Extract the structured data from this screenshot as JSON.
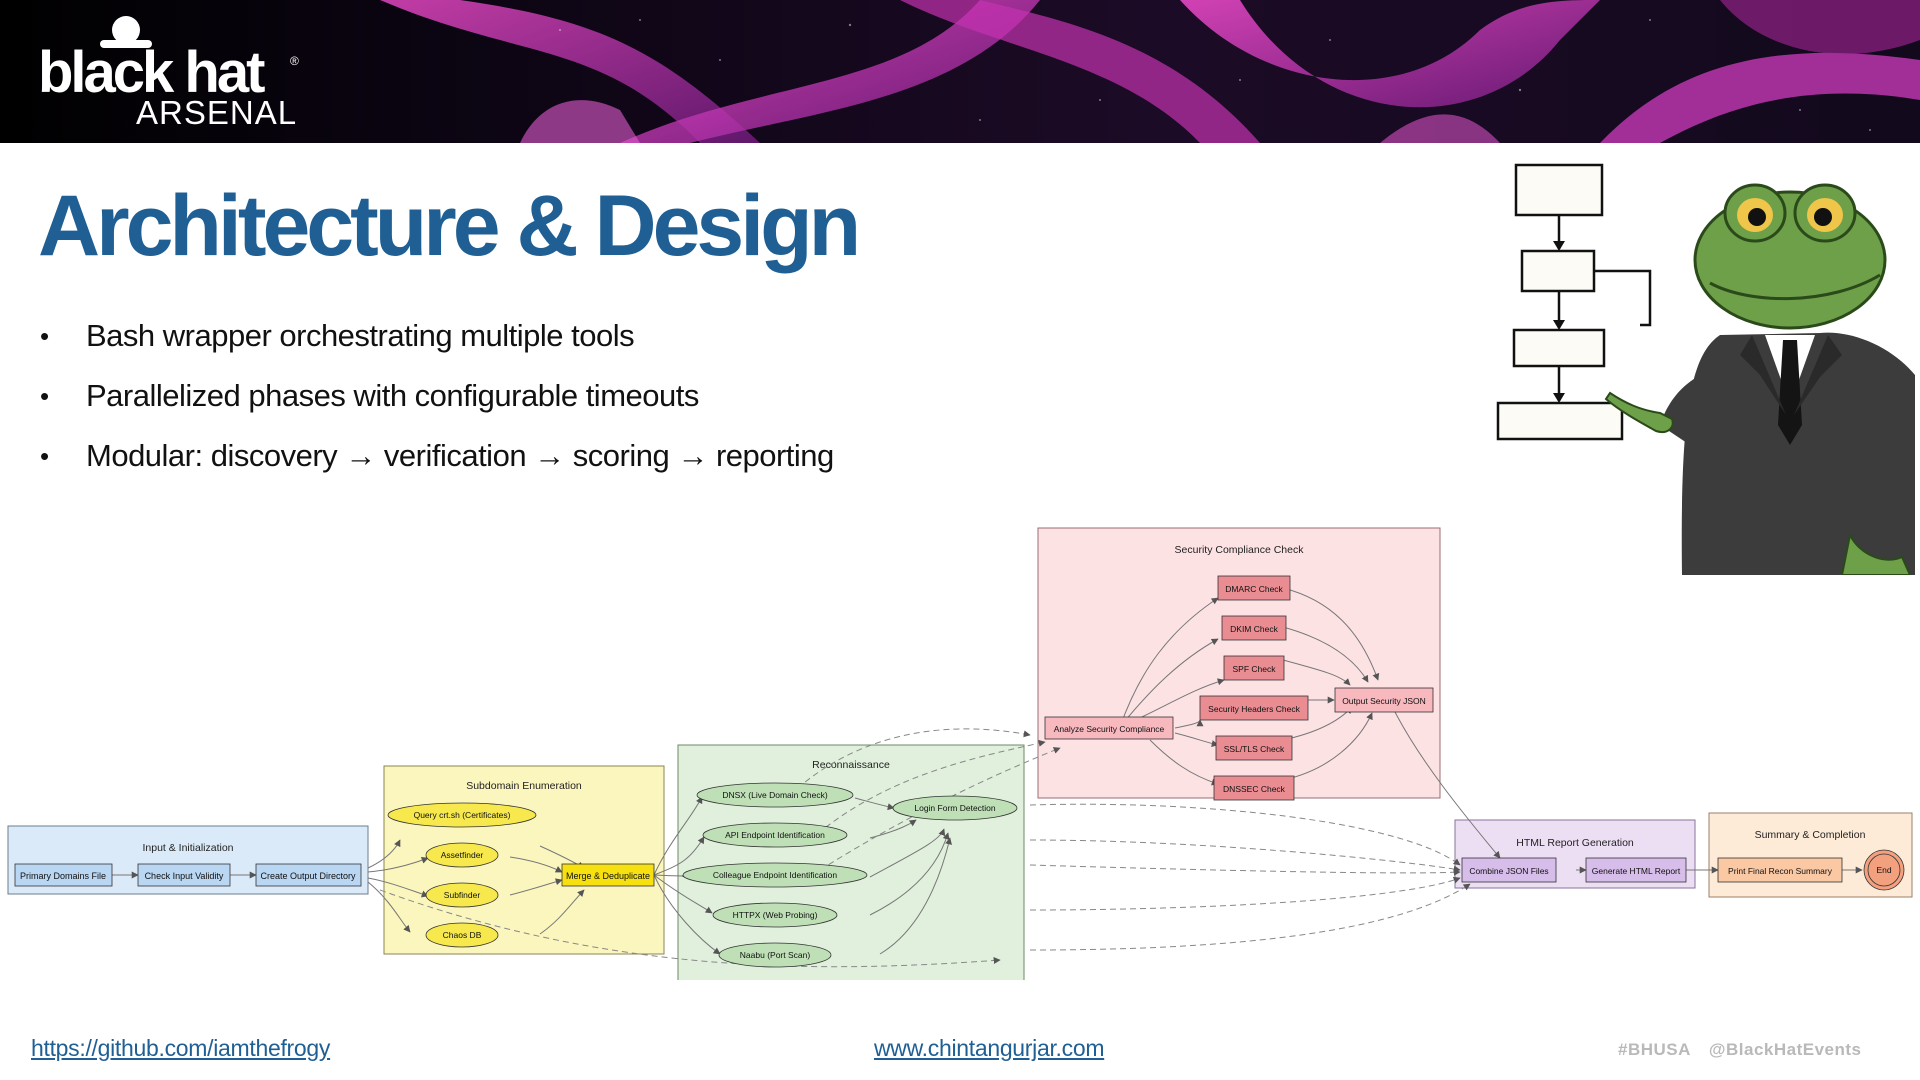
{
  "brand": {
    "wordmark": "black hat",
    "subtitle": "ARSENAL",
    "registered": "®"
  },
  "slide": {
    "title": "Architecture & Design",
    "bullets": [
      "Bash wrapper orchestrating multiple tools",
      "Parallelized phases with configurable timeouts",
      "Modular: discovery → verification → scoring → reporting"
    ]
  },
  "diagram": {
    "clusters": {
      "input": "Input & Initialization",
      "subdomain": "Subdomain Enumeration",
      "recon": "Reconnaissance",
      "security": "Security Compliance Check",
      "report": "HTML Report Generation",
      "summary": "Summary & Completion"
    },
    "nodes": {
      "primary_domains": "Primary Domains File",
      "check_input": "Check Input Validity",
      "create_output": "Create Output Directory",
      "query_crtsh": "Query crt.sh (Certificates)",
      "assetfinder": "Assetfinder",
      "subfinder": "Subfinder",
      "chaos": "Chaos DB",
      "merge": "Merge & Deduplicate",
      "dnsx": "DNSX (Live Domain Check)",
      "api": "API Endpoint Identification",
      "colleague": "Colleague Endpoint Identification",
      "httpx": "HTTPX (Web Probing)",
      "naabu": "Naabu (Port Scan)",
      "login": "Login Form Detection",
      "analyze": "Analyze Security Compliance",
      "dmarc": "DMARC Check",
      "dkim": "DKIM Check",
      "spf": "SPF Check",
      "headers": "Security Headers Check",
      "ssl": "SSL/TLS Check",
      "dnssec": "DNSSEC Check",
      "output_json": "Output Security JSON",
      "combine": "Combine JSON Files",
      "generate": "Generate HTML Report",
      "print_summary": "Print Final Recon Summary",
      "end": "End"
    }
  },
  "footer": {
    "github": "https://github.com/iamthefrogy",
    "website": "www.chintangurjar.com",
    "hashtag": "#BHUSA",
    "handle": "@BlackHatEvents"
  },
  "colors": {
    "title": "#1f5f94",
    "input_cluster": "#dbeaf8",
    "subdomain_cluster": "#fbf6bd",
    "recon_cluster": "#e0f0dc",
    "security_cluster": "#fde2e4",
    "report_cluster": "#ecdff4",
    "summary_cluster": "#fdebd8"
  },
  "icons": {
    "illustration": "frog-presenting-flowchart-illustration",
    "banner": "abstract-magenta-banner-art"
  }
}
